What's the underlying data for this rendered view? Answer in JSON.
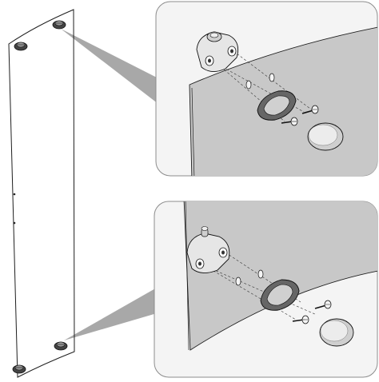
{
  "figure": {
    "kind": "assembly-diagram",
    "subject": "mirror-panel-mounting",
    "views": [
      {
        "id": "top-detail",
        "parts": [
          "bracket",
          "panel-hole",
          "mounting-pad",
          "screw",
          "screw",
          "cover-cap"
        ]
      },
      {
        "id": "bottom-detail",
        "parts": [
          "bracket",
          "panel-hole",
          "mounting-pad",
          "screw",
          "screw",
          "cover-cap"
        ]
      }
    ],
    "mount_points": 4,
    "colors": {
      "panel": "#c8c8c8",
      "callout_background": "#f4f4f4",
      "callout_border": "#8c8c8c",
      "leader": "#a8a8a8",
      "linework": "#1e1e1e"
    }
  }
}
